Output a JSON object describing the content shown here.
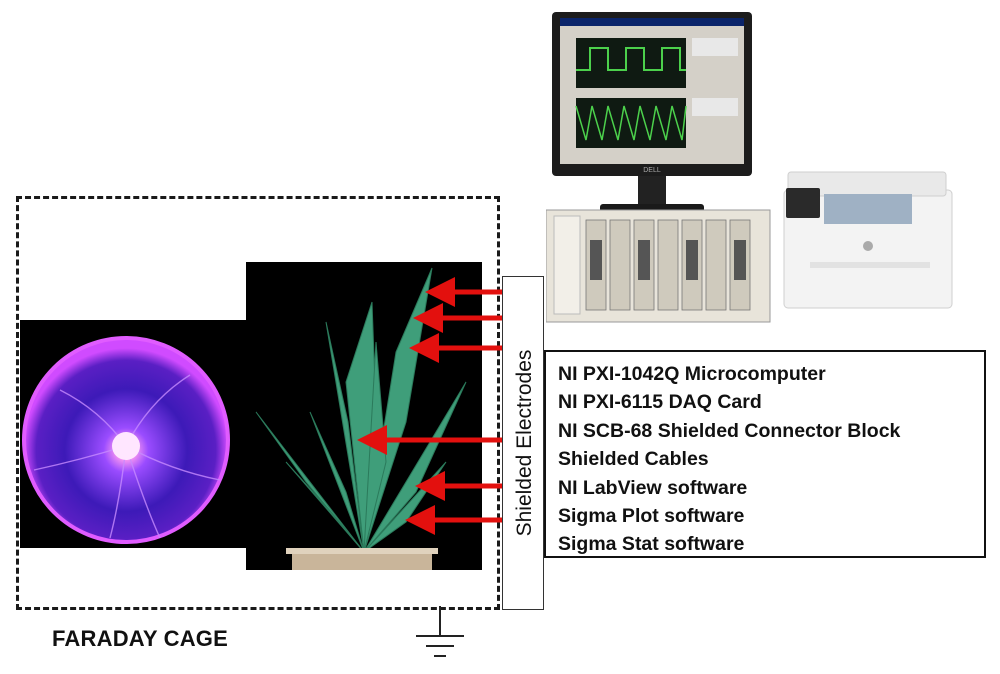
{
  "cage": {
    "label": "FARADAY CAGE"
  },
  "electrodes": {
    "label": "Shielded Electrodes",
    "arrow_count": 6
  },
  "equipment": {
    "items": [
      "NI PXI-1042Q Microcomputer",
      "NI PXI-6115 DAQ Card",
      "NI SCB-68 Shielded Connector Block",
      "Shielded Cables",
      "NI LabView software",
      "Sigma Plot software",
      "Sigma Stat software"
    ]
  },
  "monitor": {
    "brand": "DELL"
  },
  "colors": {
    "arrow": "#e3100e",
    "plasma_glow": "#b14cff",
    "plant": "#3f9e7a",
    "cage_border": "#1a1a1a"
  }
}
